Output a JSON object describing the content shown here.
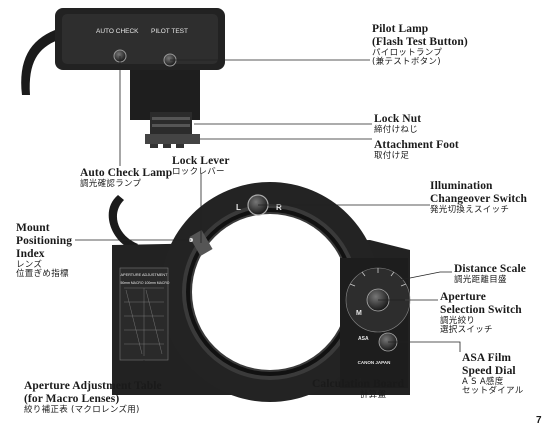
{
  "labels": {
    "pilot_lamp": {
      "en": [
        "Pilot Lamp",
        "(Flash Test Button)"
      ],
      "jp": [
        "パイロットランプ",
        "(兼テストボタン)"
      ]
    },
    "lock_nut": {
      "en": [
        "Lock Nut"
      ],
      "jp": [
        "締付けねじ"
      ]
    },
    "attachment_foot": {
      "en": [
        "Attachment Foot"
      ],
      "jp": [
        "取付け足"
      ]
    },
    "auto_check_lamp": {
      "en": [
        "Auto Check Lamp"
      ],
      "jp": [
        "調光確認ランプ"
      ]
    },
    "lock_lever": {
      "en": [
        "Lock Lever"
      ],
      "jp": [
        "ロックレバー"
      ]
    },
    "illumination_switch": {
      "en": [
        "Illumination",
        "Changeover Switch"
      ],
      "jp": [
        "発光切換えスイッチ"
      ]
    },
    "mount_index": {
      "en": [
        "Mount",
        "Positioning",
        "Index"
      ],
      "jp": [
        "レンズ",
        "位置ぎめ指標"
      ]
    },
    "distance_scale": {
      "en": [
        "Distance Scale"
      ],
      "jp": [
        "調光距離目盛"
      ]
    },
    "aperture_switch": {
      "en": [
        "Aperture",
        "Selection Switch"
      ],
      "jp": [
        "調光絞り",
        "選択スイッチ"
      ]
    },
    "asa_dial": {
      "en": [
        "ASA Film",
        "Speed Dial"
      ],
      "jp": [
        "A S A感度",
        "セットダイアル"
      ]
    },
    "calc_board": {
      "en": [
        "Calculation Board"
      ],
      "jp": [
        "計算盤"
      ]
    },
    "aperture_table": {
      "en": [
        "Aperture Adjustment Table",
        "(for Macro Lenses)"
      ],
      "jp": [
        "絞り補正表 (マクロレンズ用)"
      ]
    }
  },
  "device": {
    "auto_check": "AUTO CHECK",
    "pilot_test": "PILOT TEST",
    "switch_l": "L",
    "switch_r": "R",
    "table_title": "APERTURE ADJUSTMENT",
    "table_col1": "50mm MACRO",
    "table_col2": "100mm MACRO",
    "asa": "ASA",
    "brand": "CANON JAPAN",
    "mark_m": "M"
  },
  "page_number": "7"
}
